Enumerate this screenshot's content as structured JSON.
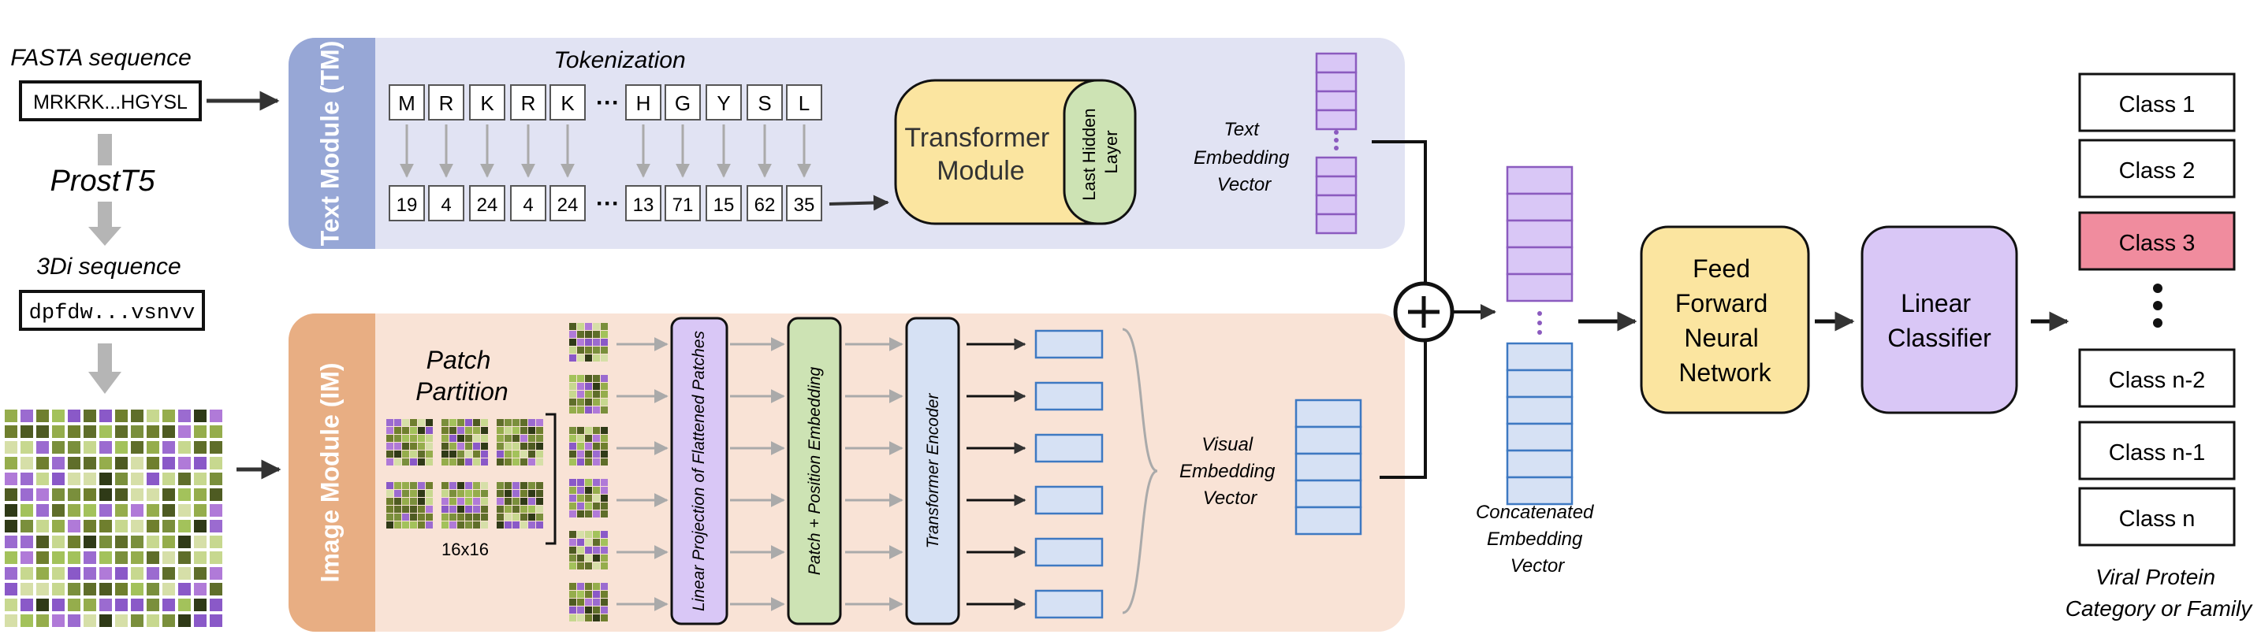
{
  "input": {
    "fasta_label": "FASTA sequence",
    "fasta_seq": "MRKRK...HGYSL",
    "model_name": "ProstT5",
    "tdi_label": "3Di sequence",
    "tdi_seq": "dpfdw...vsnvv"
  },
  "text_module": {
    "label": "Text Module (TM)",
    "tokenization_label": "Tokenization",
    "tokens": [
      "M",
      "R",
      "K",
      "R",
      "K",
      "H",
      "G",
      "Y",
      "S",
      "L"
    ],
    "token_ids": [
      "19",
      "4",
      "24",
      "4",
      "24",
      "13",
      "71",
      "15",
      "62",
      "35"
    ],
    "ellipsis": "···",
    "transformer_lines": [
      "Transformer",
      "Module"
    ],
    "hidden_layer_lines": [
      "Last Hidden",
      "Layer"
    ],
    "embedding_lines": [
      "Text",
      "Embedding",
      "Vector"
    ]
  },
  "image_module": {
    "label": "Image Module (IM)",
    "patch_partition_lines": [
      "Patch",
      "Partition"
    ],
    "patch_size": "16x16",
    "linear_projection": "Linear Projection of Flattened Patches",
    "patch_position": "Patch + Position Embedding",
    "transformer_encoder": "Transformer Encoder",
    "embedding_lines": [
      "Visual",
      "Embedding",
      "Vector"
    ]
  },
  "fusion": {
    "concat_lines": [
      "Concatenated",
      "Embedding",
      "Vector"
    ]
  },
  "ffnn_lines": [
    "Feed",
    "Forward",
    "Neural",
    "Network"
  ],
  "classifier_lines": [
    "Linear",
    "Classifier"
  ],
  "classes": [
    "Class 1",
    "Class 2",
    "Class 3",
    "Class n-2",
    "Class n-1",
    "Class n"
  ],
  "output_lines": [
    "Viral Protein",
    "Category or Family"
  ],
  "colors": {
    "text_module_bg": "#e1e3f3",
    "text_module_tab": "#97a7d6",
    "image_module_bg": "#f9e3d6",
    "image_module_tab": "#e8ae83",
    "yellow": "#fbe5a0",
    "green": "#cde3b4",
    "purple": "#d9c7f6",
    "purple_border": "#8b5bbf",
    "blue_light": "#d6e1f4",
    "blue_border": "#3e79c2",
    "highlight_class": "#f08c9e"
  }
}
